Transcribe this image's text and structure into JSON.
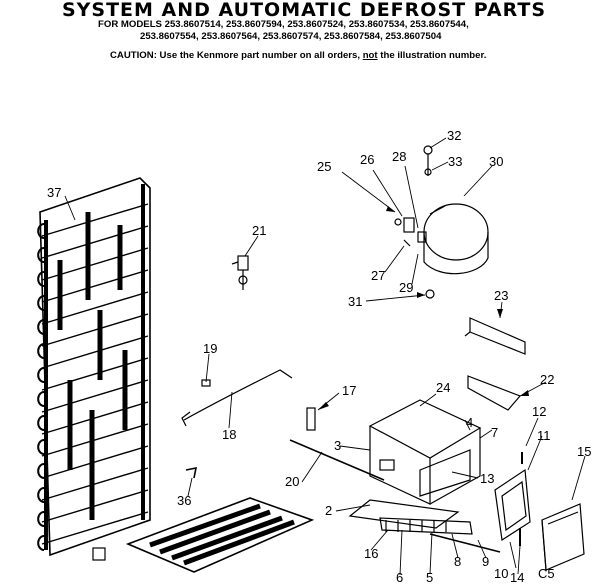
{
  "header": {
    "title": "SYSTEM AND AUTOMATIC DEFROST PARTS",
    "models_prefix": "FOR MODELS",
    "models_line1": "253.8607514, 253.8607594, 253.8607524, 253.8607534, 253.8607544,",
    "models_line2": "253.8607554, 253.8607564, 253.8607574, 253.8607584, 253.8607504",
    "caution_lead": "CAUTION: Use the Kenmore part number on all orders,",
    "caution_not": "not",
    "caution_tail": "the illustration number."
  },
  "callouts": {
    "c2": "2",
    "c3": "3",
    "c4": "4",
    "c5": "5",
    "c6": "6",
    "c7": "7",
    "c8": "8",
    "c9": "9",
    "c10": "10",
    "c11": "11",
    "c12": "12",
    "c13": "13",
    "c14": "14",
    "c15": "15",
    "c16": "16",
    "c17": "17",
    "c18": "18",
    "c19": "19",
    "c20": "20",
    "c21": "21",
    "c22": "22",
    "c23": "23",
    "c24": "24",
    "c25": "25",
    "c26": "26",
    "c27": "27",
    "c28": "28",
    "c29": "29",
    "c30": "30",
    "c31": "31",
    "c32": "32",
    "c33": "33",
    "c36": "36",
    "c37": "37",
    "c5b": "C5"
  }
}
